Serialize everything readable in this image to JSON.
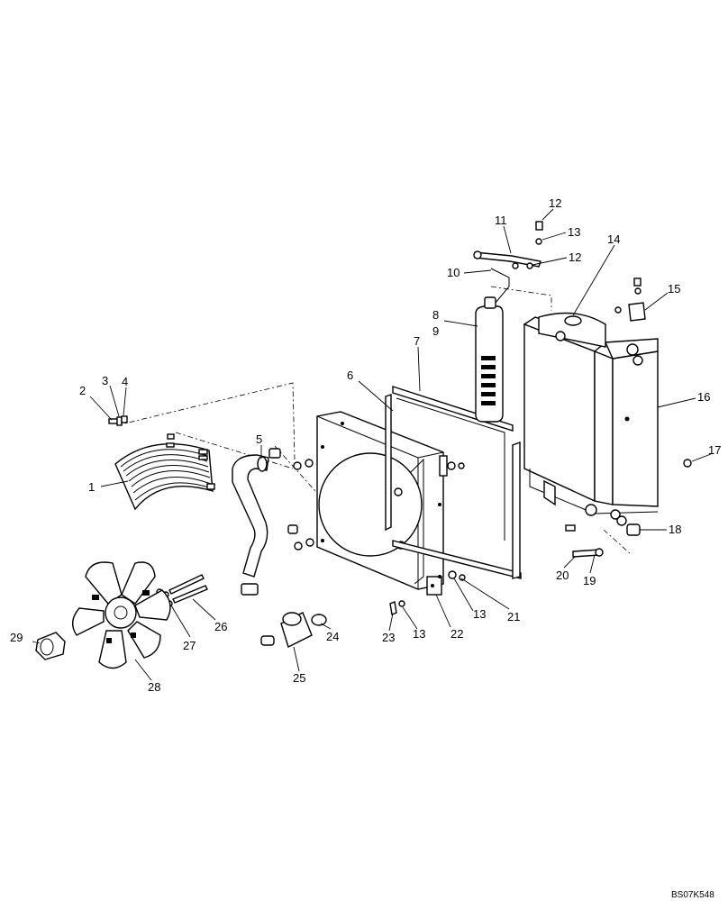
{
  "diagram": {
    "callouts": [
      {
        "id": "c1",
        "label": "1"
      },
      {
        "id": "c2",
        "label": "2"
      },
      {
        "id": "c3",
        "label": "3"
      },
      {
        "id": "c4",
        "label": "4"
      },
      {
        "id": "c5",
        "label": "5"
      },
      {
        "id": "c6",
        "label": "6"
      },
      {
        "id": "c7",
        "label": "7"
      },
      {
        "id": "c8",
        "label": "8"
      },
      {
        "id": "c9",
        "label": "9"
      },
      {
        "id": "c10",
        "label": "10"
      },
      {
        "id": "c11",
        "label": "11"
      },
      {
        "id": "c12a",
        "label": "12"
      },
      {
        "id": "c12b",
        "label": "12"
      },
      {
        "id": "c13a",
        "label": "13"
      },
      {
        "id": "c13b",
        "label": "13"
      },
      {
        "id": "c13c",
        "label": "13"
      },
      {
        "id": "c14",
        "label": "14"
      },
      {
        "id": "c15",
        "label": "15"
      },
      {
        "id": "c16",
        "label": "16"
      },
      {
        "id": "c17",
        "label": "17"
      },
      {
        "id": "c18",
        "label": "18"
      },
      {
        "id": "c19",
        "label": "19"
      },
      {
        "id": "c20",
        "label": "20"
      },
      {
        "id": "c21",
        "label": "21"
      },
      {
        "id": "c22",
        "label": "22"
      },
      {
        "id": "c23",
        "label": "23"
      },
      {
        "id": "c24",
        "label": "24"
      },
      {
        "id": "c25",
        "label": "25"
      },
      {
        "id": "c26",
        "label": "26"
      },
      {
        "id": "c27",
        "label": "27"
      },
      {
        "id": "c28",
        "label": "28"
      },
      {
        "id": "c29",
        "label": "29"
      }
    ],
    "reference_code": "BS07K548"
  }
}
